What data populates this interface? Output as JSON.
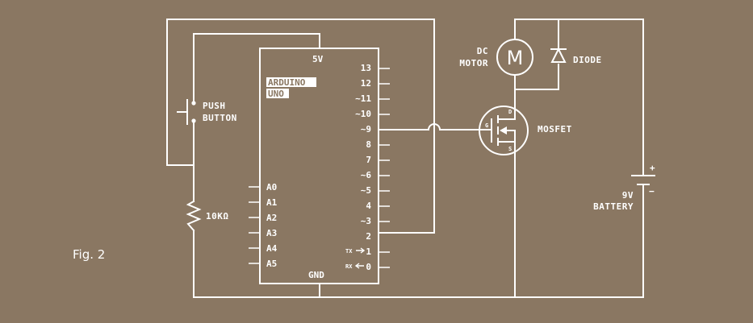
{
  "figure": {
    "caption": "Fig. 2"
  },
  "board": {
    "name_line1": "ARDUINO",
    "name_line2": "UNO",
    "power_label": "5V",
    "ground_label": "GND",
    "digital_pins": [
      "13",
      "12",
      "~11",
      "~10",
      "~9",
      "8",
      "7",
      "~6",
      "~5",
      "4",
      "~3",
      "2",
      "1",
      "0"
    ],
    "tx_label": "TX",
    "rx_label": "RX",
    "analog_pins": [
      "A0",
      "A1",
      "A2",
      "A3",
      "A4",
      "A5"
    ]
  },
  "components": {
    "push_button": {
      "line1": "PUSH",
      "line2": "BUTTON"
    },
    "resistor": {
      "label": "10KΩ"
    },
    "motor": {
      "line1": "DC",
      "line2": "MOTOR",
      "symbol": "M"
    },
    "diode": {
      "label": "DIODE"
    },
    "mosfet": {
      "label": "MOSFET",
      "gate": "G",
      "drain": "D",
      "source": "S"
    },
    "battery": {
      "line1": "9V",
      "line2": "BATTERY",
      "plus": "+",
      "minus": "−"
    }
  },
  "colors": {
    "background": "#8a7762",
    "ink": "#ffffff"
  }
}
